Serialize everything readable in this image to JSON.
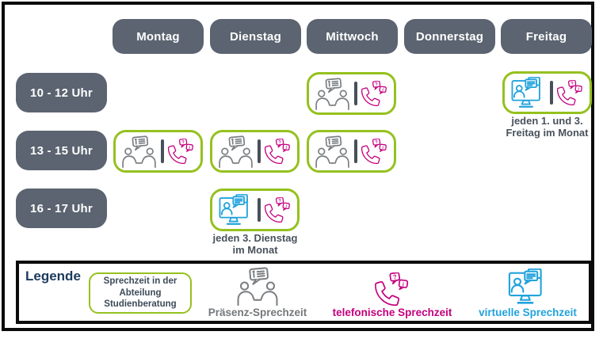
{
  "colors": {
    "header": "#5B6470",
    "green": "#95C11F",
    "magenta": "#C4007E",
    "blue": "#21A3DC",
    "icongray": "#7B7F83",
    "labelgray": "#75787B",
    "navy": "#1C3A5E",
    "caption": "#49525C",
    "divider": "#47505B"
  },
  "days": [
    "Montag",
    "Dienstag",
    "Mittwoch",
    "Donnerstag",
    "Freitag"
  ],
  "times": [
    "10 - 12 Uhr",
    "13 - 15 Uhr",
    "16 - 17 Uhr"
  ],
  "cells": [
    {
      "day": "Mittwoch",
      "time": "10 - 12 Uhr",
      "types": [
        "Präsenz-Sprechzeit",
        "telefonische Sprechzeit"
      ],
      "caption": ""
    },
    {
      "day": "Freitag",
      "time": "10 - 12 Uhr",
      "types": [
        "virtuelle Sprechzeit",
        "telefonische Sprechzeit"
      ],
      "caption": "jeden 1. und 3.\nFreitag im Monat"
    },
    {
      "day": "Montag",
      "time": "13 - 15 Uhr",
      "types": [
        "Präsenz-Sprechzeit",
        "telefonische Sprechzeit"
      ],
      "caption": ""
    },
    {
      "day": "Dienstag",
      "time": "13 - 15 Uhr",
      "types": [
        "Präsenz-Sprechzeit",
        "telefonische Sprechzeit"
      ],
      "caption": ""
    },
    {
      "day": "Mittwoch",
      "time": "13 - 15 Uhr",
      "types": [
        "Präsenz-Sprechzeit",
        "telefonische Sprechzeit"
      ],
      "caption": ""
    },
    {
      "day": "Dienstag",
      "time": "16 - 17 Uhr",
      "types": [
        "virtuelle Sprechzeit",
        "telefonische Sprechzeit"
      ],
      "caption": "jeden 3. Dienstag\nim Monat"
    }
  ],
  "legend": {
    "title": "Legende",
    "box_label": "Sprechzeit in der\nAbteilung\nStudienberatung",
    "items": [
      {
        "label": "Präsenz-Sprechzeit"
      },
      {
        "label": "telefonische Sprechzeit"
      },
      {
        "label": "virtuelle Sprechzeit"
      }
    ]
  }
}
